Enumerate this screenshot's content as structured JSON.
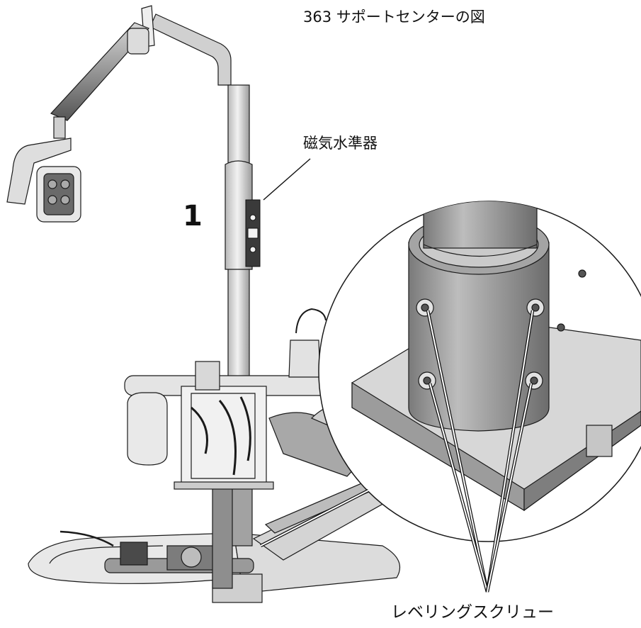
{
  "figure": {
    "title": "363 サポートセンターの図",
    "callouts": {
      "magnetic_level": "磁気水準器",
      "step_number": "1",
      "leveling_screws": "レベリングスクリュー"
    }
  },
  "colors": {
    "background": "#ffffff",
    "line": "#1a1a1a",
    "metal_light": "#e6e6e6",
    "metal_mid": "#b5b5b5",
    "metal_dark": "#6e6e6e",
    "level_tool": "#3a3a3a"
  }
}
